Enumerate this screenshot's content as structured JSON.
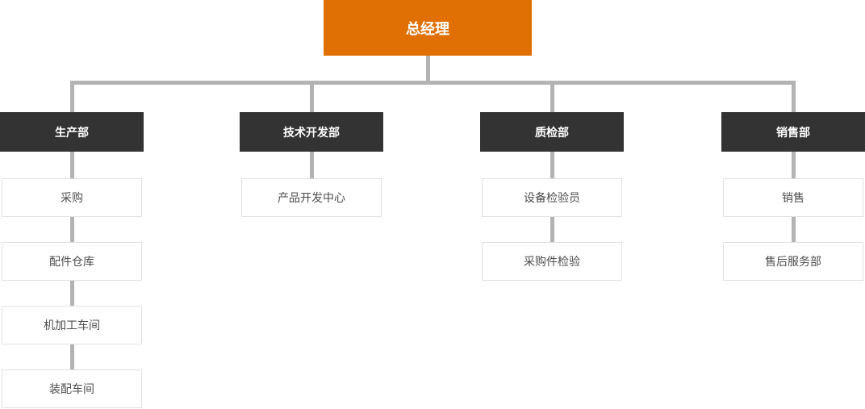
{
  "diagram": {
    "type": "org-chart",
    "root": {
      "label": "总经理"
    },
    "columns": [
      {
        "dept": {
          "label": "生产部"
        },
        "children": [
          "采购",
          "配件仓库",
          "机加工车间",
          "装配车间"
        ]
      },
      {
        "dept": {
          "label": "技术开发部"
        },
        "children": [
          "产品开发中心"
        ]
      },
      {
        "dept": {
          "label": "质检部"
        },
        "children": [
          "设备检验员",
          "采购件检验"
        ]
      },
      {
        "dept": {
          "label": "销售部"
        },
        "children": [
          "销售",
          "售后服务部"
        ]
      }
    ],
    "colors": {
      "root_bg": "#E06F04",
      "root_text": "#FFFFFF",
      "dept_bg": "#333333",
      "dept_text": "#FFFFFF",
      "connector": "#B3B3B3",
      "child_bg": "#FFFFFF",
      "child_border": "#E0E0E0",
      "child_text": "#4D4D4D"
    }
  }
}
